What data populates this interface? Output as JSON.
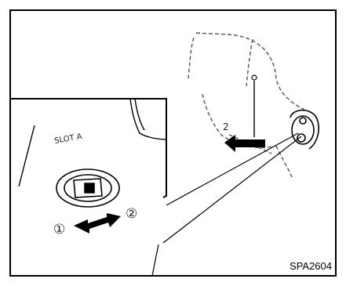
{
  "figure": {
    "code": "SPA2604",
    "detail_label": "SLOT A",
    "callout_marker_num": "2",
    "step_1_label": "①",
    "step_2_label": "②"
  },
  "colors": {
    "stroke": "#000000",
    "background": "#ffffff",
    "dashed": "#555555"
  }
}
